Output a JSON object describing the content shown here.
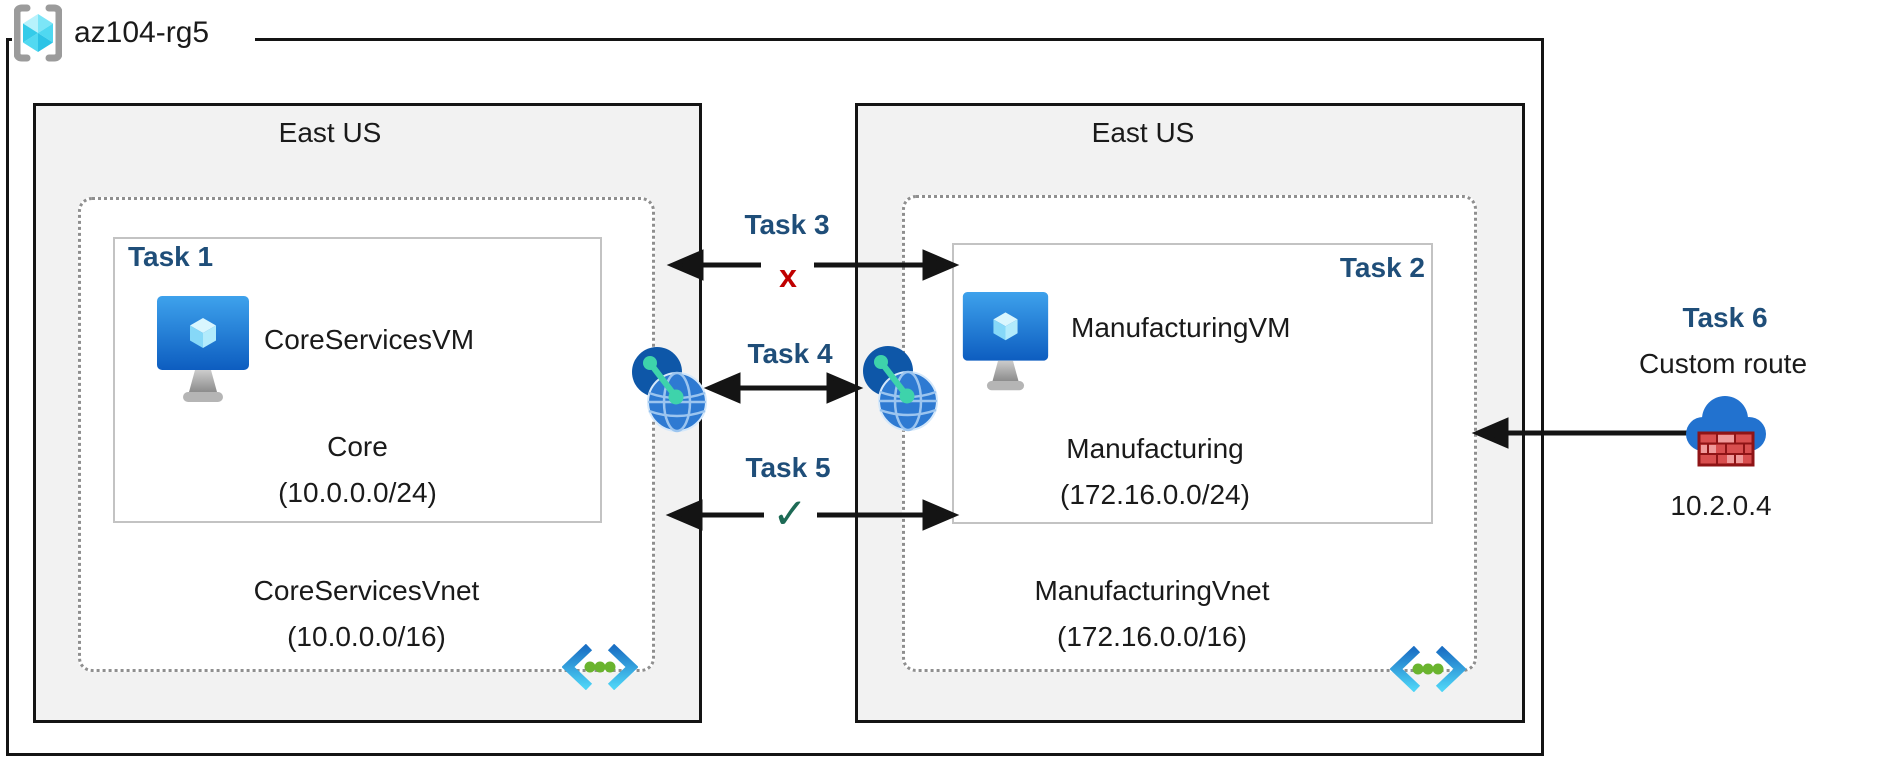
{
  "resource_group": {
    "name": "az104-rg5"
  },
  "left_region": {
    "title": "East US",
    "subnet_task": "Task 1",
    "vm_name": "CoreServicesVM",
    "subnet_name": "Core",
    "subnet_cidr": "(10.0.0.0/24)",
    "vnet_name": "CoreServicesVnet",
    "vnet_cidr": "(10.0.0.0/16)"
  },
  "right_region": {
    "title": "East US",
    "subnet_task": "Task 2",
    "vm_name": "ManufacturingVM",
    "subnet_name": "Manufacturing",
    "subnet_cidr": "(172.16.0.0/24)",
    "vnet_name": "ManufacturingVnet",
    "vnet_cidr": "(172.16.0.0/16)"
  },
  "connections": {
    "task3_label": "Task 3",
    "task3_marker": "x",
    "task4_label": "Task 4",
    "task5_label": "Task 5",
    "task5_marker": "✓",
    "task6_label": "Task 6",
    "task6_sublabel": "Custom route",
    "task6_ip": "10.2.0.4"
  },
  "colors": {
    "task_label": "#1f4e79",
    "marker_x": "#c00000",
    "marker_check": "#1d6a55",
    "region_fill": "#f2f2f2",
    "arrow": "#141414"
  }
}
